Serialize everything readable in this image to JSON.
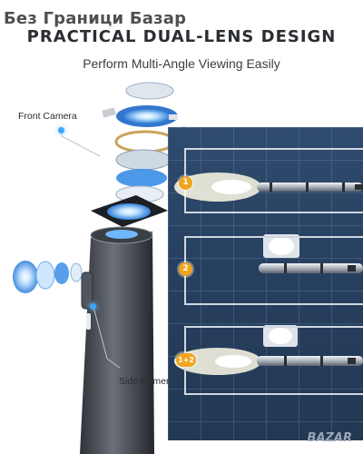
{
  "watermark": {
    "text": "Без Граници Базар"
  },
  "header": {
    "title": "PRACTICAL DUAL-LENS DESIGN",
    "subtitle": "Perform Multi-Angle Viewing Easily"
  },
  "callouts": {
    "front_camera": "Front Camera",
    "side_camera": "Side Camera"
  },
  "modes": [
    {
      "badge": "1"
    },
    {
      "badge": "2"
    },
    {
      "badge": "1+2"
    }
  ],
  "brand": {
    "text": "BAZAR"
  },
  "colors": {
    "accent_blue": "#3aa6ff",
    "badge_orange": "#f0a51e",
    "panel_navy": "#2b4565",
    "device_body": "#4a4f57"
  }
}
